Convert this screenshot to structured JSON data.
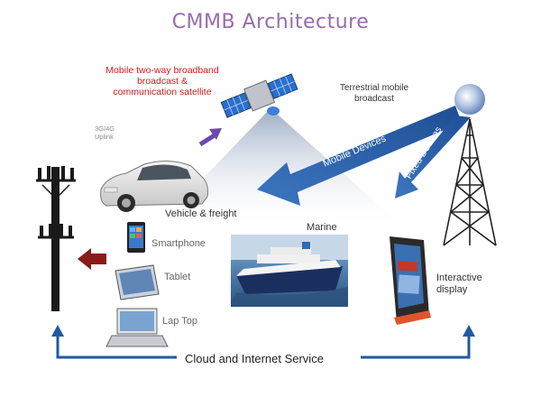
{
  "title": "CMMB Architecture",
  "satellite": {
    "label_lines": [
      "Mobile two-way broadband",
      "broadcast &",
      "communication satellite"
    ]
  },
  "uplink": {
    "label_lines": [
      "3G/4G",
      "Uplink"
    ]
  },
  "terrestrial": {
    "label_lines": [
      "Terrestrial mobile",
      "broadcast"
    ]
  },
  "beams": {
    "mobile_devices": "Mobile Devices",
    "fixed_devices": "Fixed Devices"
  },
  "devices": {
    "vehicle": "Vehicle & freight",
    "smartphone": "Smartphone",
    "tablet": "Tablet",
    "laptop": "Lap Top",
    "marine": "Marine",
    "interactive_display": [
      "Interactive",
      "display"
    ]
  },
  "cloud_service": "Cloud and Internet Service",
  "colors": {
    "title": "#9a6ab0",
    "satellite_text": "#d11a1a",
    "beam_blue": "#2f63a8",
    "arrow_red": "#8b1a1a",
    "cloud_arrow": "#1f5aa0",
    "uplink_arrow": "#6a4bb0"
  }
}
